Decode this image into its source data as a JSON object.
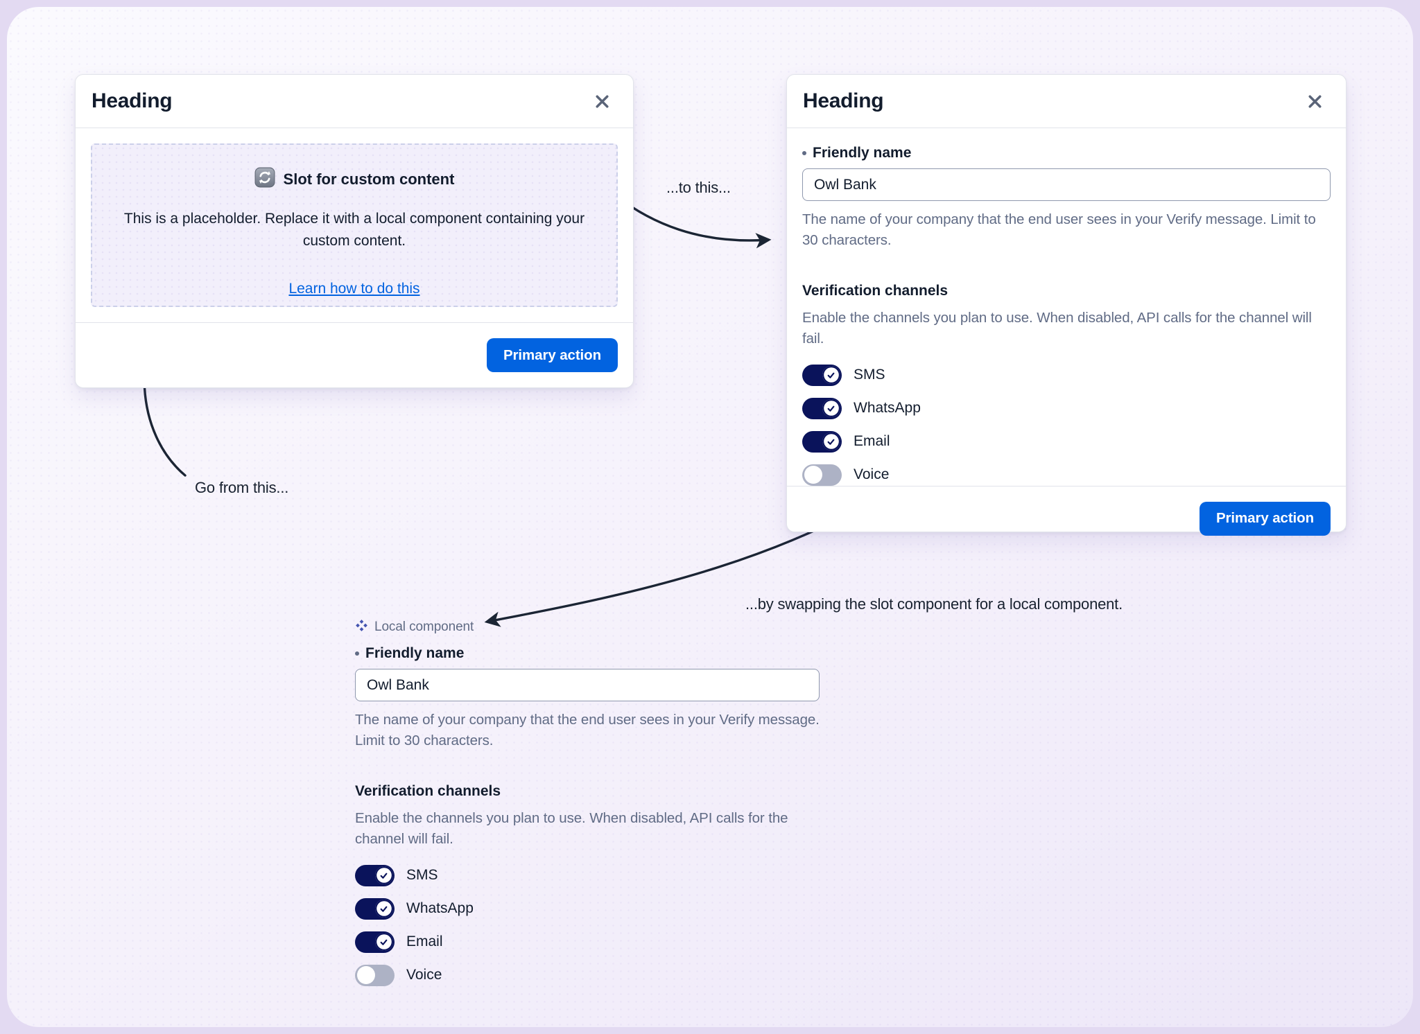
{
  "annotations": {
    "go_from_this": "Go from this...",
    "to_this": "...to this...",
    "by_swapping": "...by swapping the slot component for a local component."
  },
  "slot_modal": {
    "heading": "Heading",
    "slot_title": "Slot for custom content",
    "slot_description": "This is a placeholder. Replace it with a local component containing your custom content.",
    "slot_link": "Learn how to do this",
    "primary_action": "Primary action"
  },
  "form_modal": {
    "heading": "Heading",
    "primary_action": "Primary action"
  },
  "local_component": {
    "badge_label": "Local component"
  },
  "form": {
    "friendly_name": {
      "label": "Friendly name",
      "value": "Owl Bank",
      "help": "The name of your company that the end user sees in your Verify message. Limit to 30 characters."
    },
    "channels": {
      "label": "Verification channels",
      "help": "Enable the channels you plan to use. When disabled, API calls for the channel will fail.",
      "items": [
        {
          "label": "SMS",
          "enabled": true
        },
        {
          "label": "WhatsApp",
          "enabled": true
        },
        {
          "label": "Email",
          "enabled": true
        },
        {
          "label": "Voice",
          "enabled": false
        }
      ]
    }
  },
  "colors": {
    "accent_blue": "#0263E0",
    "toggle_on": "#0A135B",
    "toggle_off": "#ADB2C5",
    "text_primary": "#121C2D",
    "text_secondary": "#606B85"
  }
}
